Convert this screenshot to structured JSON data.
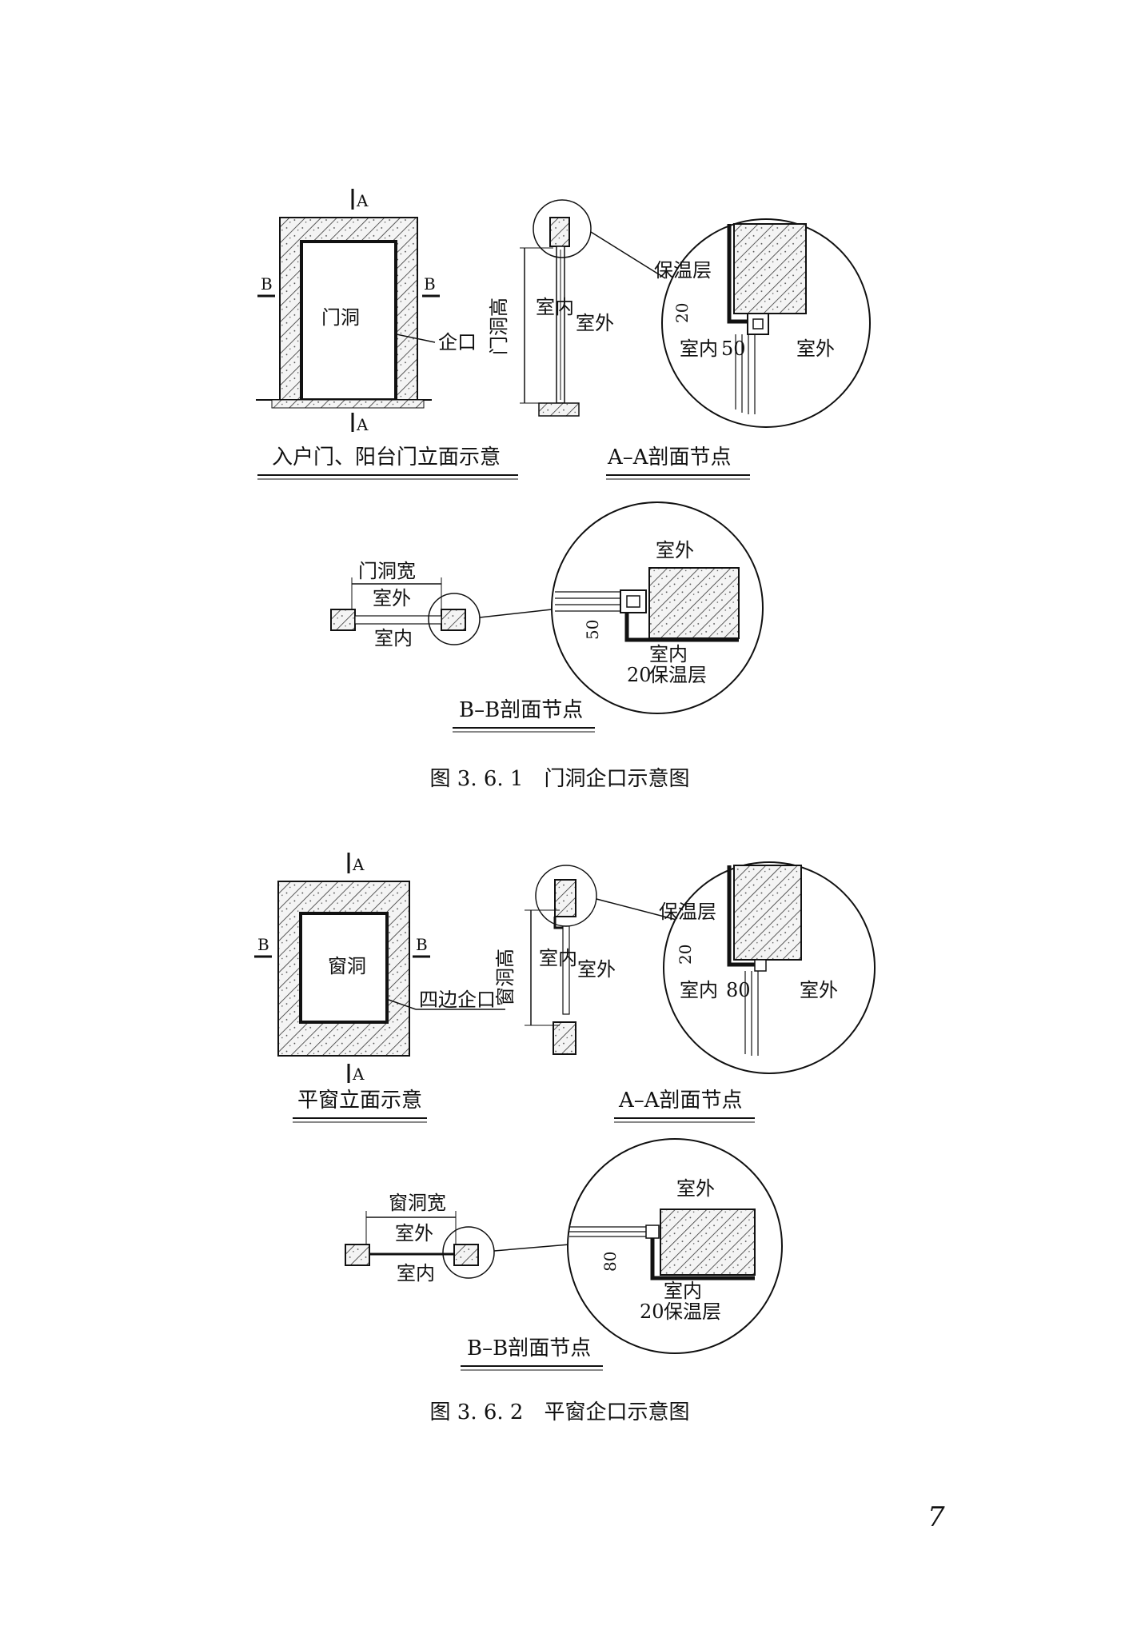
{
  "page_number": "7",
  "figure1": {
    "caption": "图 3. 6. 1　门洞企口示意图",
    "elevation": {
      "title": "入户门、阳台门立面示意",
      "opening_label": "门洞",
      "rebate_label": "企口",
      "section_a": "A",
      "section_b": "B"
    },
    "section_aa": {
      "title": "A–A剖面节点",
      "height_dim": "门洞高",
      "indoor": "室内",
      "outdoor": "室外",
      "detail": {
        "insulation": "保温层",
        "dim_insulation": "20",
        "indoor": "室内",
        "dim_rebate": "50",
        "outdoor": "室外"
      }
    },
    "section_bb": {
      "title": "B–B剖面节点",
      "width_dim": "门洞宽",
      "outdoor": "室外",
      "indoor": "室内",
      "detail": {
        "outdoor": "室外",
        "dim_rebate": "50",
        "indoor": "室内",
        "dim_insulation": "20",
        "insulation": "保温层"
      }
    }
  },
  "figure2": {
    "caption": "图 3. 6. 2　平窗企口示意图",
    "elevation": {
      "title": "平窗立面示意",
      "opening_label": "窗洞",
      "rebate_label": "四边企口",
      "section_a": "A",
      "section_b": "B"
    },
    "section_aa": {
      "title": "A–A剖面节点",
      "height_dim": "窗洞高",
      "indoor": "室内",
      "outdoor": "室外",
      "detail": {
        "insulation": "保温层",
        "dim_insulation": "20",
        "indoor": "室内",
        "dim_rebate": "80",
        "outdoor": "室外"
      }
    },
    "section_bb": {
      "title": "B–B剖面节点",
      "width_dim": "窗洞宽",
      "outdoor": "室外",
      "indoor": "室内",
      "detail": {
        "outdoor": "室外",
        "dim_rebate": "80",
        "indoor": "室内",
        "dim_insulation": "20",
        "insulation": "保温层"
      }
    }
  }
}
